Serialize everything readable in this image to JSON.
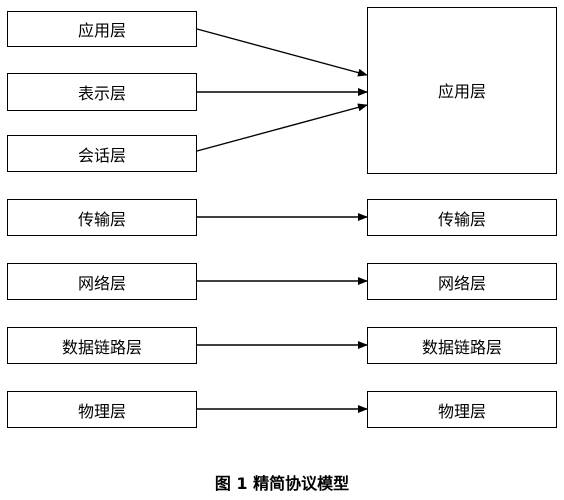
{
  "left_layers": {
    "application": "应用层",
    "presentation": "表示层",
    "session": "会话层",
    "transport": "传输层",
    "network": "网络层",
    "datalink": "数据链路层",
    "physical": "物理层"
  },
  "right_layers": {
    "application": "应用层",
    "transport": "传输层",
    "network": "网络层",
    "datalink": "数据链路层",
    "physical": "物理层"
  },
  "caption": "图 1  精简协议模型"
}
